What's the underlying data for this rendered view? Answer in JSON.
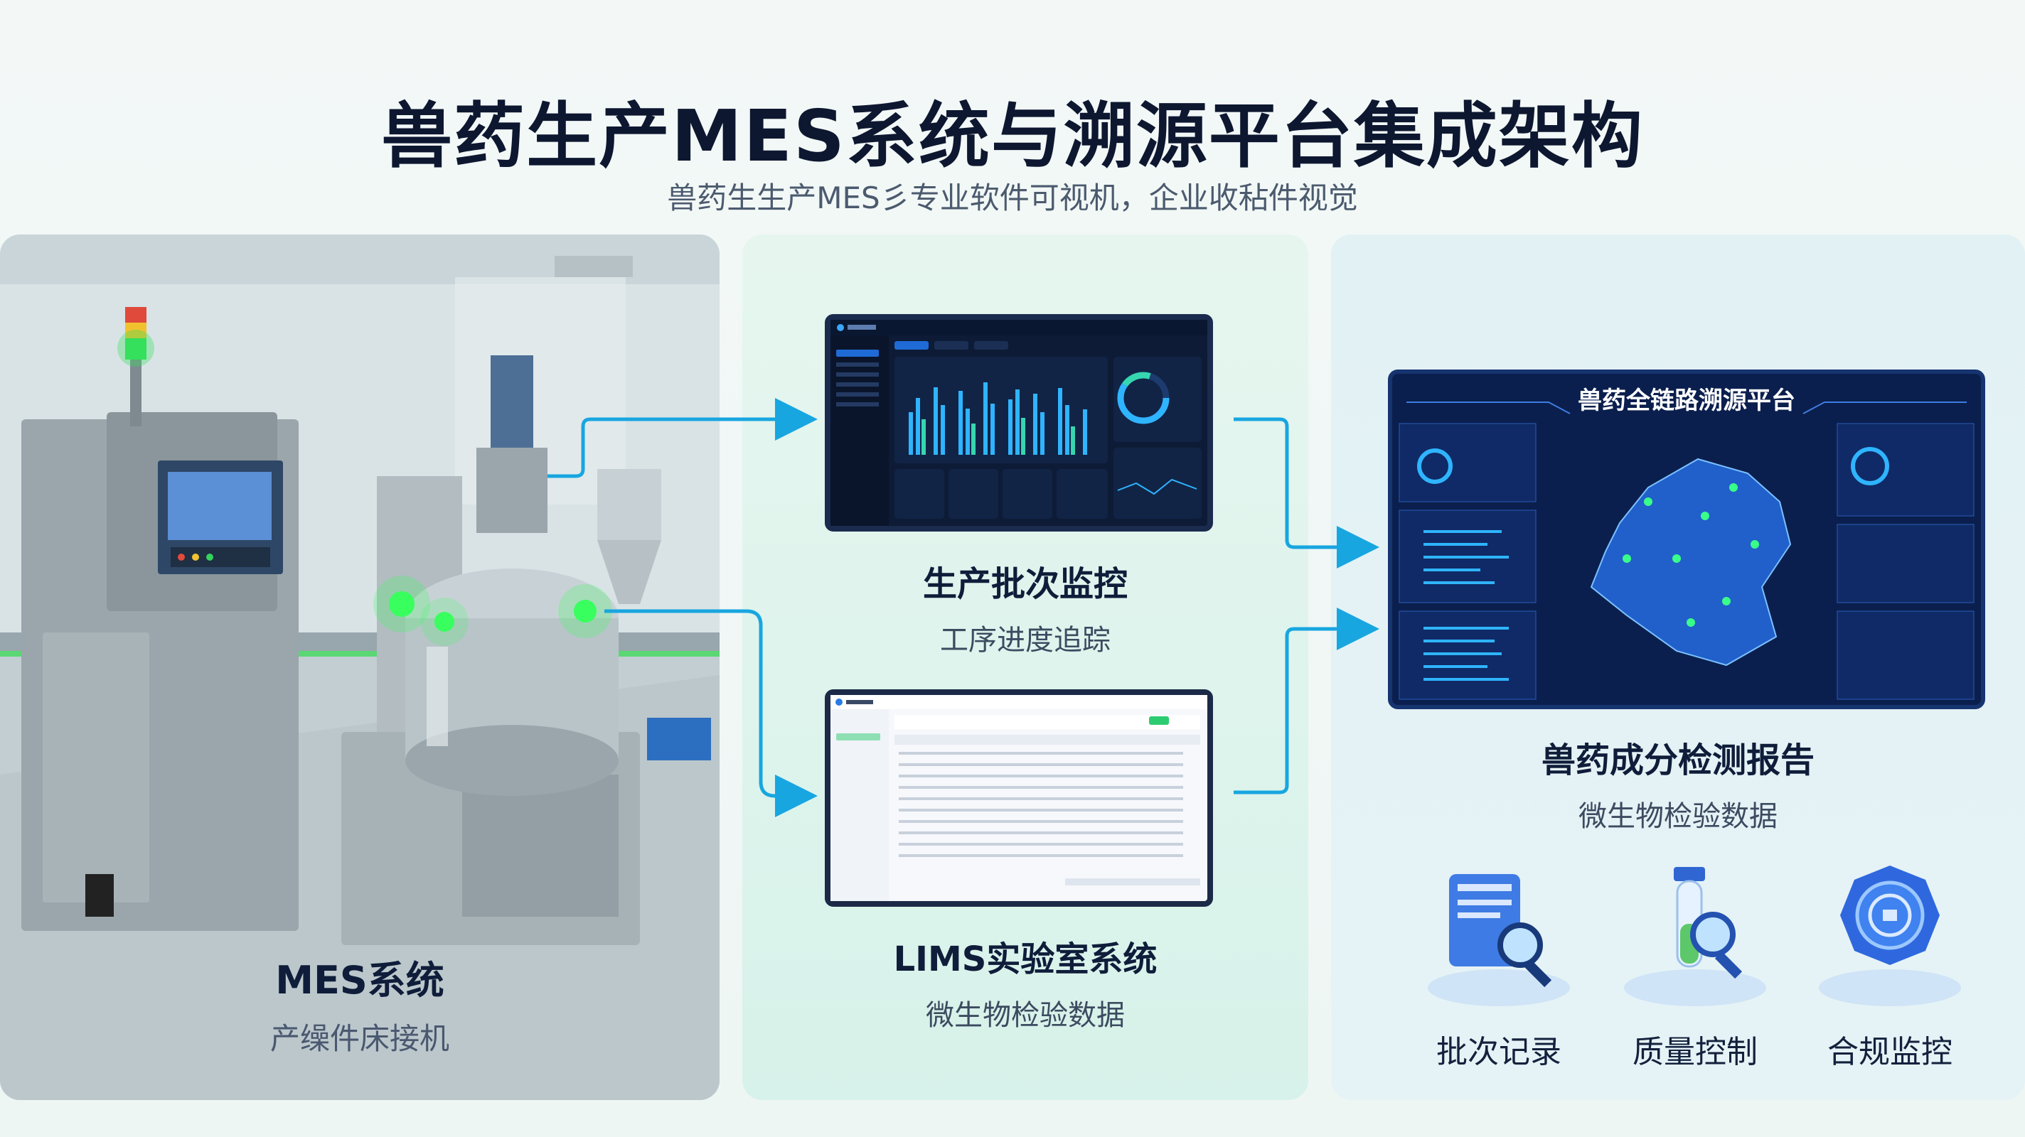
{
  "header": {
    "title": "兽药生产MES系统与溯源平台集成架构",
    "subtitle": "兽药生生产MES彡专业软件可视机，企业收秥件视觉"
  },
  "left_panel": {
    "title": "MES系统",
    "subtitle": "产缲件床接机"
  },
  "middle_panel": {
    "batch_monitor": {
      "title": "生产批次监控",
      "subtitle": "工序进度追踪"
    },
    "lims": {
      "title": "LIMS实验室系统",
      "subtitle": "微生物检验数据"
    }
  },
  "right_panel": {
    "platform_title": "兽药全链路溯源平台",
    "report": {
      "title": "兽药成分检测报告",
      "subtitle": "微生物检验数据"
    },
    "icons": [
      {
        "label": "批次记录",
        "icon": "document-search-icon"
      },
      {
        "label": "质量控制",
        "icon": "test-tube-search-icon"
      },
      {
        "label": "合规监控",
        "icon": "shield-badge-icon"
      }
    ]
  },
  "colors": {
    "accent": "#18a6e0",
    "dark_screen": "#0d1b36",
    "title": "#0d1730"
  }
}
